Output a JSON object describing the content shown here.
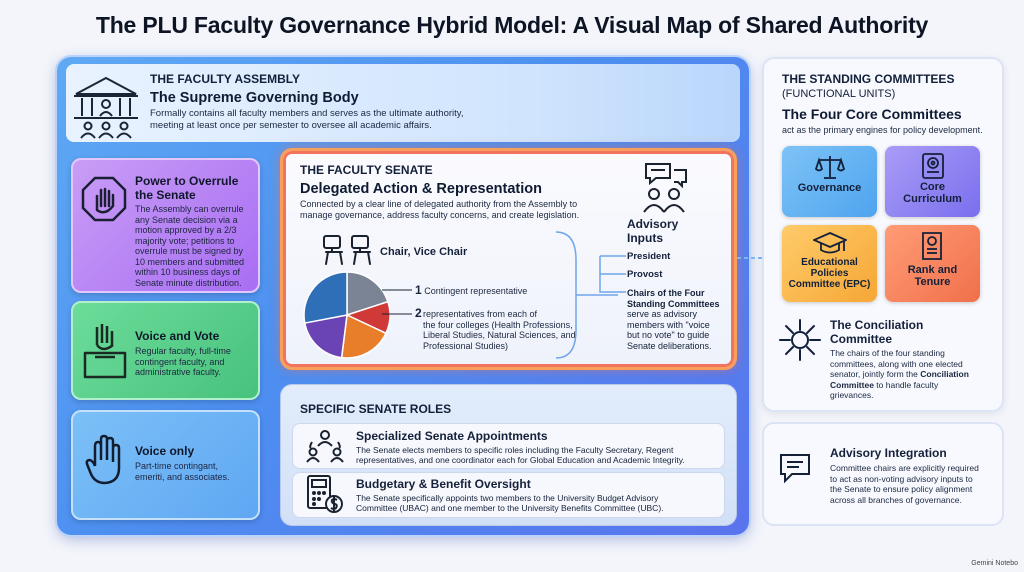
{
  "title": "The PLU Faculty Governance Hybrid Model: A Visual Map of Shared Authority",
  "assembly": {
    "label": "THE FACULTY ASSEMBLY",
    "heading": "The Supreme Governing Body",
    "desc_line1": "Formally contains all faculty members and serves as the ultimate authority,",
    "desc_line2": "meeting at least once per semester to oversee all academic affairs.",
    "icon": "capitol-with-people-icon"
  },
  "cards": {
    "power": {
      "title_line1": "Power to Overrule",
      "title_line2": "the Senate",
      "lines": [
        "The Assembly can overrule",
        "any Senate decision via a",
        "motion approved by a 2/3",
        "majority vote; petitions to",
        "overrule must be signed by",
        "10 members and submitted",
        "within 10 business days of",
        "Senate minute distribution."
      ],
      "icon": "stop-hand-icon"
    },
    "voice_vote": {
      "title": "Voice and Vote",
      "lines": [
        "Regular faculty, full-time",
        "contingent faculty, and",
        "administrative faculty."
      ],
      "icon": "ballot-box-icon"
    },
    "voice_only": {
      "title": "Voice only",
      "lines": [
        "Part-time contingant,",
        "emeriti, and associates."
      ],
      "icon": "raised-hand-icon"
    }
  },
  "senate": {
    "label": "THE FACULTY SENATE",
    "heading": "Delegated Action & Representation",
    "desc_line1": "Connected by a clear line of delegated authority from the Assembly to",
    "desc_line2": "manage governance, address faculty concerns, and create legislation.",
    "chair_label": "Chair, Vice Chair",
    "contingent_num": "1",
    "contingent_text": "Contingent representative",
    "college_num": "2",
    "college_lines": [
      "representatives from each of",
      "the four colleges (Health Professions,",
      "Liberal Studies, Natural Sciences, and",
      "Professional Studies)"
    ],
    "advisory_title_line1": "Advisory",
    "advisory_title_line2": "Inputs",
    "advisory_items": [
      "President",
      "Provost"
    ],
    "chairs_bold_lines": [
      "Chairs of the Four",
      "Standing Committees"
    ],
    "chairs_lines": [
      "serve as advisory",
      "members with \"voice",
      "but no vote\" to guide",
      "Senate deliberations."
    ]
  },
  "chart_data": {
    "type": "pie",
    "title": "",
    "values": [
      20,
      12,
      20,
      20,
      28
    ],
    "colors": [
      "#7a8495",
      "#cf3a39",
      "#e87d2a",
      "#6a43b5",
      "#2f6fb8"
    ]
  },
  "roles": {
    "label": "SPECIFIC SENATE ROLES",
    "appointments": {
      "title": "Specialized Senate Appointments",
      "line1": "The Senate elects members to specific roles including the Faculty Secretary, Regent",
      "line2": "representatives, and one coordinator each for Global Education and Academic Integrity."
    },
    "budget": {
      "title": "Budgetary & Benefit Oversight",
      "line1": "The Senate specifically appoints two members to the University Budget Advisory",
      "line2": "Committee (UBAC) and one member to the University Benefits Committee (UBC)."
    }
  },
  "standing": {
    "label": "THE STANDING COMMITTEES",
    "sublabel": "(FUNCTIONAL UNITS)",
    "heading": "The Four Core Committees",
    "desc": "act as the primary engines for policy development.",
    "tiles": {
      "governance": "Governance",
      "core_line1": "Core",
      "core_line2": "Curriculum",
      "epc_line1": "Educational",
      "epc_line2": "Policies",
      "epc_line3": "Committee (EPC)",
      "rank_line1": "Rank and",
      "rank_line2": "Tenure"
    },
    "conciliation": {
      "title_line1": "The Conciliation",
      "title_line2": "Committee",
      "line1": "The chairs of the four standing",
      "line2": "committees, along with one elected",
      "line3_a": "senator, jointly form the ",
      "line3_b": "Conciliation",
      "line4_a": "Committee",
      "line4_b": " to handle faculty",
      "line5": "grievances."
    }
  },
  "advisory_integration": {
    "title": "Advisory Integration",
    "lines": [
      "Committee chairs are explicitly required",
      "to act as non-voting advisory inputs to",
      "the Senate to ensure policy alignment",
      "across all branches of governance."
    ]
  },
  "footer": "Gemini Notebo"
}
